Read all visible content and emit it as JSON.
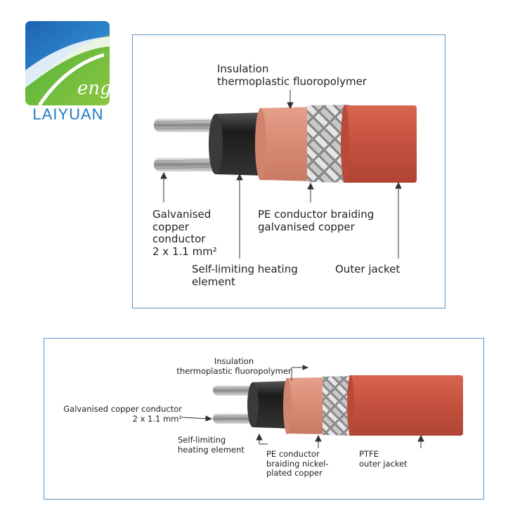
{
  "logo": {
    "script_text": "eng",
    "brand_name": "LAIYUAN"
  },
  "diagram_top": {
    "insulation": "Insulation\nthermoplastic fluoropolymer",
    "conductor": "Galvanised\ncopper\nconductor\n2 x 1.1 mm²",
    "element": "Self-limiting heating\nelement",
    "braiding": "PE conductor braiding\ngalvanised copper",
    "jacket": "Outer jacket"
  },
  "diagram_bottom": {
    "insulation": "Insulation\nthermoplastic fluoropolymer",
    "conductor": "Galvanised copper conductor\n2 x 1.1 mm²",
    "element": "Self-limiting\nheating element",
    "braiding": "PE conductor\nbraiding nickel-\nplated copper",
    "jacket": "PTFE\nouter jacket"
  },
  "colors": {
    "brand_blue": "#1f7bc4",
    "brand_green": "#7ac143",
    "panel_border": "#5a93c7",
    "jacket_red": "#c4513f",
    "insulation_salmon": "#d98a74",
    "core_black": "#1c1c1c"
  }
}
